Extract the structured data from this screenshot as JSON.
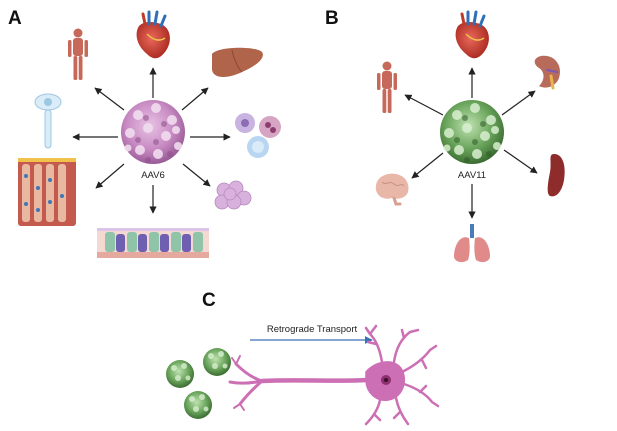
{
  "panels": {
    "a": {
      "letter": "A",
      "virus_label": "AAV6"
    },
    "b": {
      "letter": "B",
      "virus_label": "AAV11"
    },
    "c": {
      "letter": "C",
      "transport_label": "Retrograde Transport"
    }
  },
  "colors": {
    "aav6_capsid": "#c98cc4",
    "aav11_capsid": "#6aa55c",
    "neuron": "#cc6fb4",
    "transport_arrow": "#3b6fb5",
    "heart": "#c0392b",
    "liver": "#b0644a",
    "kidney": "#b86b5a",
    "spleen": "#8e2b2b",
    "brain": "#e8b7a8",
    "lung": "#e08a8a",
    "muscle": "#c7695a"
  },
  "icons": {
    "aav6_targets": [
      "skeletal-muscle-icon",
      "heart-icon",
      "liver-icon",
      "inner-ear-hair-cell-icon",
      "blood-cells-icon",
      "cochlea-tissue-icon",
      "bone-marrow-icon",
      "airway-epithelium-icon"
    ],
    "aav11_targets": [
      "skeletal-muscle-icon",
      "heart-icon",
      "kidney-icon",
      "brain-icon",
      "lung-icon",
      "spleen-icon"
    ]
  }
}
